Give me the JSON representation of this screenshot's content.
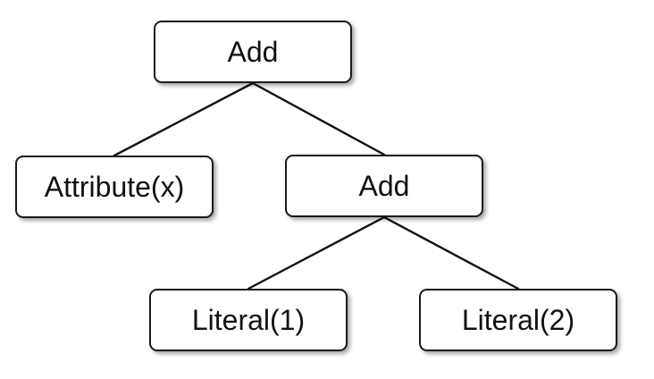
{
  "tree": {
    "root": {
      "label": "Add"
    },
    "left_child": {
      "label": "Attribute(x)"
    },
    "right_child": {
      "label": "Add"
    },
    "right_left_child": {
      "label": "Literal(1)"
    },
    "right_right_child": {
      "label": "Literal(2)"
    }
  },
  "colors": {
    "stroke": "#111111",
    "node_fill": "#ffffff",
    "text": "#111111"
  }
}
